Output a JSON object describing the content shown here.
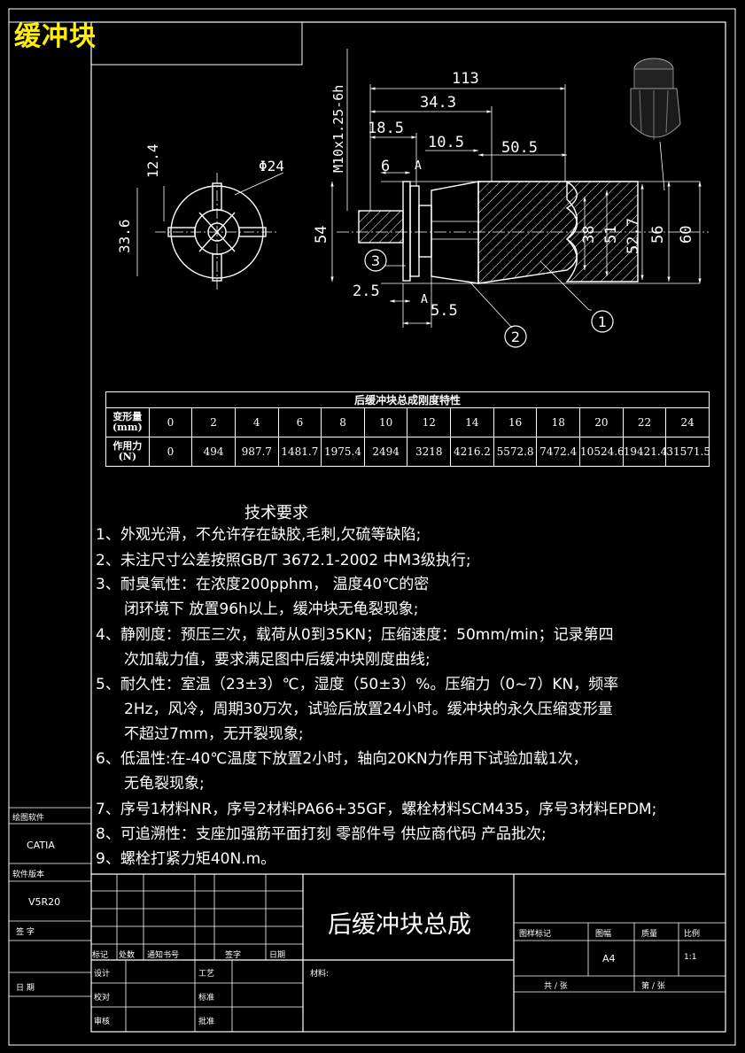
{
  "page_title": "缓冲块",
  "drawing_title": "后缓冲块总成",
  "dimensions": {
    "thread": "M10x1.25-6h",
    "overall_length": "113",
    "d_34_3": "34.3",
    "d_18_5": "18.5",
    "d_10_5": "10.5",
    "d_50_5": "50.5",
    "d_6": "6",
    "section_a": "A",
    "dia_24": "Φ24",
    "d_12_4": "12.4",
    "d_33_6": "33.6",
    "d_54": "54",
    "d_38": "38",
    "d_51": "51",
    "d_52_7": "52.7",
    "d_56": "56",
    "d_60": "60",
    "d_2_5": "2.5",
    "d_5_5": "5.5",
    "balloon_1": "1",
    "balloon_2": "2",
    "balloon_3": "3"
  },
  "stiffness_table": {
    "caption": "后缓冲块总成刚度特性",
    "row1_label": [
      "变形量",
      "(mm)"
    ],
    "row2_label": [
      "作用力",
      "(N)"
    ],
    "deformation": [
      "0",
      "2",
      "4",
      "6",
      "8",
      "10",
      "12",
      "14",
      "16",
      "18",
      "20",
      "22",
      "24"
    ],
    "force": [
      "0",
      "494",
      "987.7",
      "1481.7",
      "1975.4",
      "2494",
      "3218",
      "4216.2",
      "5572.8",
      "7472.4",
      "10524.6",
      "19421.4",
      "31571.5"
    ]
  },
  "requirements": {
    "heading": "技术要求",
    "lines": [
      "1、外观光滑，不允许存在缺胶,毛刺,欠硫等缺陷;",
      "2、未注尺寸公差按照GB/T 3672.1-2002 中M3级执行;",
      "3、耐臭氧性：在浓度200pphm， 温度40℃的密",
      "闭环境下 放置96h以上，缓冲块无龟裂现象;",
      "4、静刚度：预压三次，载荷从0到35KN；压缩速度：50mm/min；记录第四",
      "次加载力值，要求满足图中后缓冲块刚度曲线;",
      "5、耐久性：室温（23±3）℃，湿度（50±3）%。压缩力（0~7）KN，频率",
      "2Hz，风冷，周期30万次，试验后放置24小时。缓冲块的永久压缩变形量",
      "不超过7mm，无开裂现象;",
      "6、低温性:在-40℃温度下放置2小时，轴向20KN力作用下试验加载1次，",
      "无龟裂现象;",
      "7、序号1材料NR，序号2材料PA66+35GF，螺栓材料SCM435，序号3材料EPDM;",
      "8、可追溯性：支座加强筋平面打刻 零部件号 供应商代码 产品批次;",
      "9、螺栓打紧力矩40N.m。"
    ]
  },
  "side_panel": {
    "software_label": "绘图软件",
    "software_value": "CATIA",
    "version_label": "软件版本",
    "version_value": "V5R20",
    "sign_label": "签  字",
    "date_label": "日  期"
  },
  "title_block": {
    "rev_mark": "标记",
    "rev_count": "处数",
    "change_no": "通知书号",
    "signature": "签字",
    "date": "日期",
    "design": "设计",
    "process": "工艺",
    "check": "校对",
    "standard": "标准",
    "review": "审核",
    "approve": "批准",
    "material": "材料:",
    "drawing_mark": "图样标记",
    "sheet_size_label": "图幅",
    "weight": "质量",
    "scale": "比例",
    "sheet_size": "A4",
    "scale_value": "1:1",
    "total_sheets": "共 / 张",
    "sheet_no": "第 / 张"
  }
}
